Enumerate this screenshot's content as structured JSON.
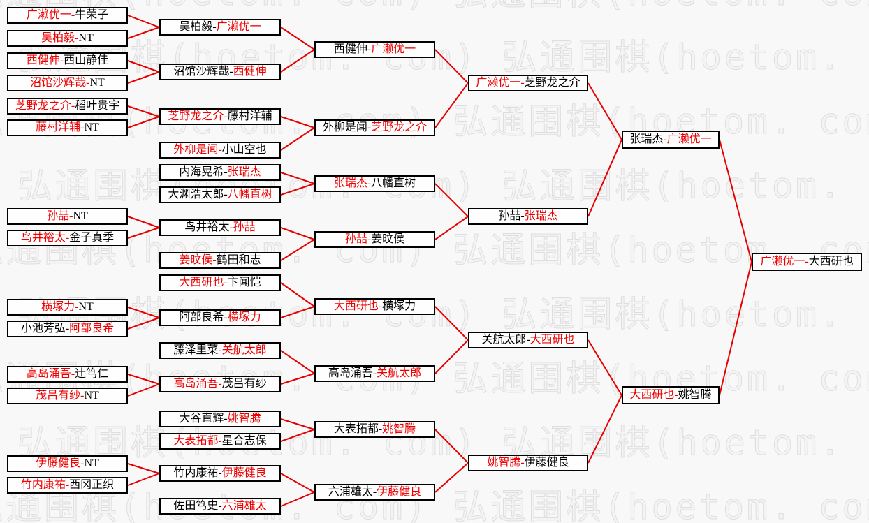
{
  "watermark": {
    "text": "弘通围棋(hoetom. com)",
    "color": "#dedede"
  },
  "colors": {
    "winner_text": "#ee0000",
    "loser_text": "#000000",
    "line": "#e80000",
    "box_border": "#000000",
    "box_bg": "#fefefe",
    "page_bg": "#f8f8f8"
  },
  "bracket": {
    "separator": "-",
    "rounds": [
      {
        "id": "round-1",
        "matches": [
          {
            "p1": "广濑优一",
            "p2": "牛荣子",
            "winner": 1
          },
          {
            "p1": "吴柏毅",
            "p2": "NT",
            "winner": 1
          },
          {
            "p1": "西健伸",
            "p2": "西山静佳",
            "winner": 1
          },
          {
            "p1": "沼馆沙辉哉",
            "p2": "NT",
            "winner": 1
          },
          {
            "p1": "芝野龙之介",
            "p2": "稻叶贵宇",
            "winner": 1
          },
          {
            "p1": "藤村洋辅",
            "p2": "NT",
            "winner": 1
          },
          {
            "p1": "孙喆",
            "p2": "NT",
            "winner": 1
          },
          {
            "p1": "鸟井裕太",
            "p2": "金子真季",
            "winner": 1
          },
          {
            "p1": "横塚力",
            "p2": "NT",
            "winner": 1
          },
          {
            "p1": "小池芳弘",
            "p2": "阿部良希",
            "winner": 2
          },
          {
            "p1": "高岛涌吾",
            "p2": "辻笃仁",
            "winner": 1
          },
          {
            "p1": "茂吕有纱",
            "p2": "NT",
            "winner": 1
          },
          {
            "p1": "伊藤健良",
            "p2": "NT",
            "winner": 1
          },
          {
            "p1": "竹内康祐",
            "p2": "西冈正织",
            "winner": 1
          }
        ]
      },
      {
        "id": "round-2",
        "matches": [
          {
            "p1": "吴柏毅",
            "p2": "广濑优一",
            "winner": 2,
            "feeders": [
              0,
              1
            ]
          },
          {
            "p1": "沼馆沙辉哉",
            "p2": "西健伸",
            "winner": 2,
            "feeders": [
              2,
              3
            ]
          },
          {
            "p1": "芝野龙之介",
            "p2": "藤村洋辅",
            "winner": 1,
            "feeders": [
              4,
              5
            ]
          },
          {
            "p1": "外柳是闻",
            "p2": "小山空也",
            "winner": 1,
            "feeders": []
          },
          {
            "p1": "内海晃希",
            "p2": "张瑞杰",
            "winner": 2,
            "feeders": []
          },
          {
            "p1": "大渊浩太郎",
            "p2": "八幡直树",
            "winner": 2,
            "feeders": []
          },
          {
            "p1": "鸟井裕太",
            "p2": "孙喆",
            "winner": 2,
            "feeders": [
              6,
              7
            ]
          },
          {
            "p1": "姜旼侯",
            "p2": "鹤田和志",
            "winner": 1,
            "feeders": []
          },
          {
            "p1": "大西研也",
            "p2": "卞闻恺",
            "winner": 1,
            "feeders": []
          },
          {
            "p1": "阿部良希",
            "p2": "横塚力",
            "winner": 2,
            "feeders": [
              8,
              9
            ]
          },
          {
            "p1": "藤泽里菜",
            "p2": "关航太郎",
            "winner": 2,
            "feeders": []
          },
          {
            "p1": "高岛涌吾",
            "p2": "茂吕有纱",
            "winner": 1,
            "feeders": [
              10,
              11
            ]
          },
          {
            "p1": "大谷直辉",
            "p2": "姚智腾",
            "winner": 2,
            "feeders": []
          },
          {
            "p1": "大表拓都",
            "p2": "星合志保",
            "winner": 1,
            "feeders": []
          },
          {
            "p1": "竹内康祐",
            "p2": "伊藤健良",
            "winner": 2,
            "feeders": [
              12,
              13
            ]
          },
          {
            "p1": "佐田笃史",
            "p2": "六浦雄太",
            "winner": 2,
            "feeders": []
          }
        ]
      },
      {
        "id": "round-3",
        "matches": [
          {
            "p1": "西健伸",
            "p2": "广濑优一",
            "winner": 2,
            "feeders": [
              0,
              1
            ]
          },
          {
            "p1": "外柳是闻",
            "p2": "芝野龙之介",
            "winner": 2,
            "feeders": [
              2,
              3
            ]
          },
          {
            "p1": "张瑞杰",
            "p2": "八幡直树",
            "winner": 1,
            "feeders": [
              4,
              5
            ]
          },
          {
            "p1": "孙喆",
            "p2": "姜旼侯",
            "winner": 1,
            "feeders": [
              6,
              7
            ]
          },
          {
            "p1": "大西研也",
            "p2": "横塚力",
            "winner": 1,
            "feeders": [
              8,
              9
            ]
          },
          {
            "p1": "高岛涌吾",
            "p2": "关航太郎",
            "winner": 2,
            "feeders": [
              10,
              11
            ]
          },
          {
            "p1": "大表拓都",
            "p2": "姚智腾",
            "winner": 2,
            "feeders": [
              12,
              13
            ]
          },
          {
            "p1": "六浦雄太",
            "p2": "伊藤健良",
            "winner": 2,
            "feeders": [
              14,
              15
            ]
          }
        ]
      },
      {
        "id": "quarterfinals",
        "matches": [
          {
            "p1": "广濑优一",
            "p2": "芝野龙之介",
            "winner": 1,
            "feeders": [
              0,
              1
            ]
          },
          {
            "p1": "孙喆",
            "p2": "张瑞杰",
            "winner": 2,
            "feeders": [
              2,
              3
            ]
          },
          {
            "p1": "关航太郎",
            "p2": "大西研也",
            "winner": 2,
            "feeders": [
              4,
              5
            ]
          },
          {
            "p1": "姚智腾",
            "p2": "伊藤健良",
            "winner": 1,
            "feeders": [
              6,
              7
            ]
          }
        ]
      },
      {
        "id": "semifinals",
        "matches": [
          {
            "p1": "张瑞杰",
            "p2": "广濑优一",
            "winner": 2,
            "feeders": [
              0,
              1
            ]
          },
          {
            "p1": "大西研也",
            "p2": "姚智腾",
            "winner": 1,
            "feeders": [
              2,
              3
            ]
          }
        ]
      },
      {
        "id": "final",
        "matches": [
          {
            "p1": "广濑优一",
            "p2": "大西研也",
            "winner": 1,
            "feeders": [
              0,
              1
            ]
          }
        ]
      }
    ]
  }
}
